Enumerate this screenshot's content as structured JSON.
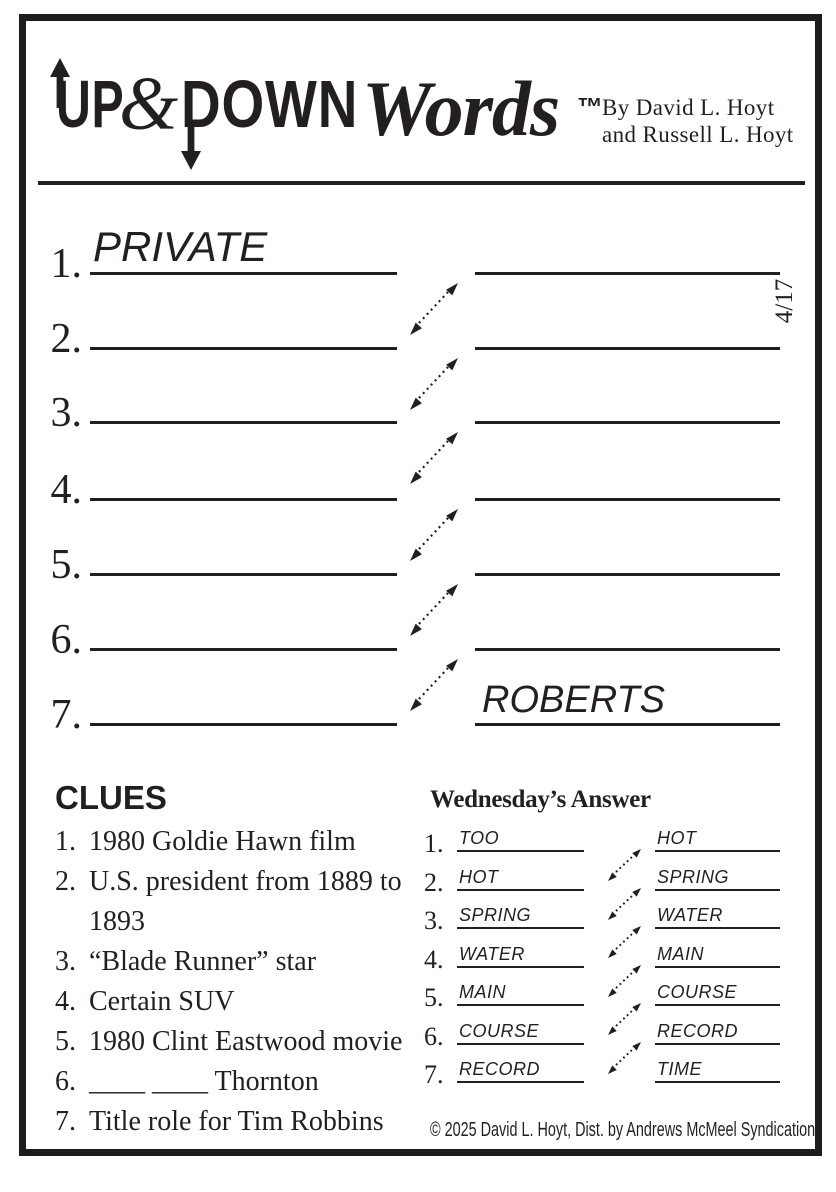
{
  "header": {
    "logo": {
      "up": "UP",
      "amp": "&",
      "down": "DOWN",
      "words": "Words",
      "tm": "™"
    },
    "byline1": "By David L. Hoyt",
    "byline2": "and Russell L. Hoyt"
  },
  "puzzle": {
    "date": "4/17",
    "rows": [
      {
        "num": "1.",
        "left": "PRIVATE",
        "right": ""
      },
      {
        "num": "2.",
        "left": "",
        "right": ""
      },
      {
        "num": "3.",
        "left": "",
        "right": ""
      },
      {
        "num": "4.",
        "left": "",
        "right": ""
      },
      {
        "num": "5.",
        "left": "",
        "right": ""
      },
      {
        "num": "6.",
        "left": "",
        "right": ""
      },
      {
        "num": "7.",
        "left": "",
        "right": "ROBERTS"
      }
    ]
  },
  "clues": {
    "title": "CLUES",
    "items": [
      {
        "num": "1.",
        "text": "1980 Goldie Hawn film"
      },
      {
        "num": "2.",
        "text": "U.S. president from 1889 to 1893"
      },
      {
        "num": "3.",
        "text": "“Blade Runner” star"
      },
      {
        "num": "4.",
        "text": "Certain SUV"
      },
      {
        "num": "5.",
        "text": "1980 Clint Eastwood movie"
      },
      {
        "num": "6.",
        "text": "____ ____ Thornton"
      },
      {
        "num": "7.",
        "text": "Title role for Tim Robbins"
      }
    ]
  },
  "answer": {
    "title": "Wednesday’s Answer",
    "rows": [
      {
        "num": "1.",
        "left": "TOO",
        "right": "HOT"
      },
      {
        "num": "2.",
        "left": "HOT",
        "right": "SPRING"
      },
      {
        "num": "3.",
        "left": "SPRING",
        "right": "WATER"
      },
      {
        "num": "4.",
        "left": "WATER",
        "right": "MAIN"
      },
      {
        "num": "5.",
        "left": "MAIN",
        "right": "COURSE"
      },
      {
        "num": "6.",
        "left": "COURSE",
        "right": "RECORD"
      },
      {
        "num": "7.",
        "left": "RECORD",
        "right": "TIME"
      }
    ],
    "copyright": "© 2025 David L. Hoyt, Dist. by Andrews McMeel Syndication"
  },
  "colors": {
    "ink": "#231f20",
    "paper": "#ffffff"
  }
}
